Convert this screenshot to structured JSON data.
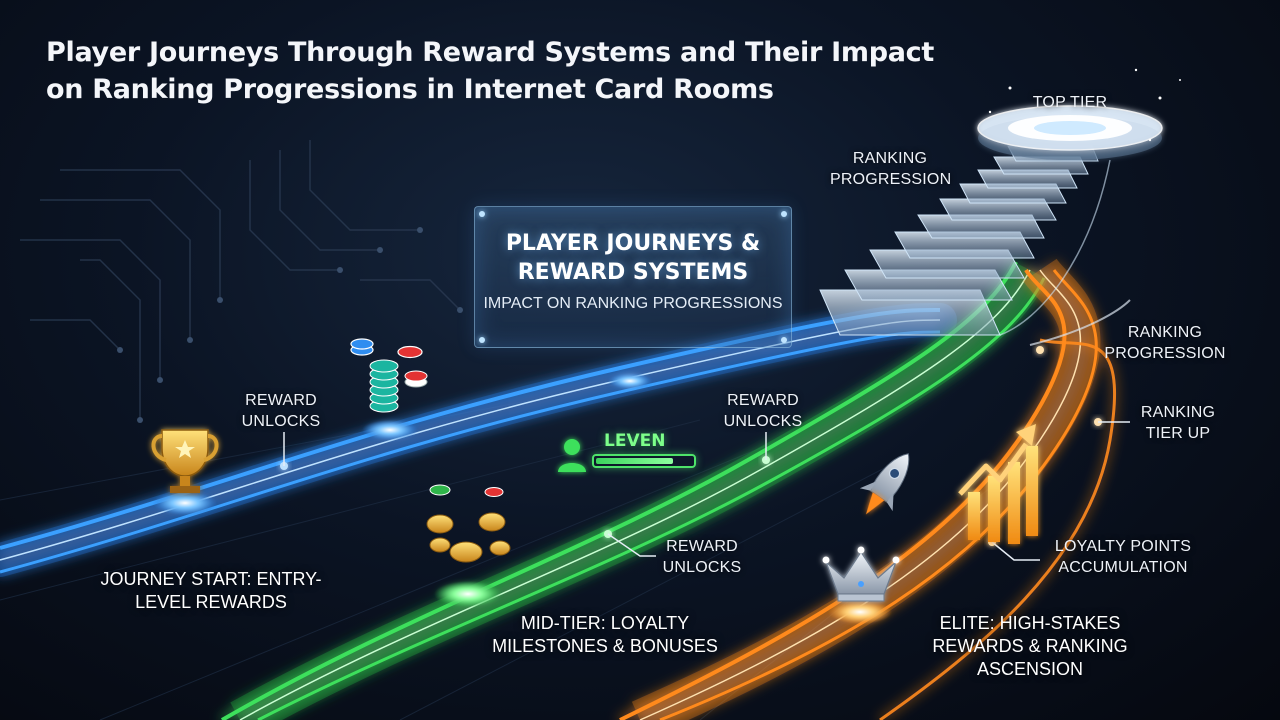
{
  "title": "Player Journeys Through Reward Systems and Their Impact on Ranking Progressions in Internet Card Rooms",
  "panel": {
    "title": "PLAYER JOURNEYS & REWARD SYSTEMS",
    "subtitle": "IMPACT ON RANKING PROGRESSIONS"
  },
  "labels": {
    "top_tier": "TOP TIER",
    "ranking_progression_top": "RANKING PROGRESSION",
    "ranking_progression_right": "RANKING PROGRESSION",
    "ranking_tier_up": "RANKING TIER UP",
    "reward_unlocks_blue": "REWARD UNLOCKS",
    "reward_unlocks_green_upper": "REWARD UNLOCKS",
    "reward_unlocks_green_lower": "REWARD UNLOCKS",
    "loyalty_points": "LOYALTY POINTS ACCUMULATION",
    "level": "LEVEN"
  },
  "stages": {
    "start": "JOURNEY START: ENTRY-LEVEL REWARDS",
    "mid": "MID-TIER: LOYALTY MILESTONES & BONUSES",
    "elite": "ELITE: HIGH-STAKES REWARDS & RANKING ASCENSION"
  },
  "level_progress": 0.8,
  "icons": [
    "trophy-icon",
    "chip-stack-icon",
    "user-icon",
    "coin-pile-icon",
    "rocket-icon",
    "crown-icon",
    "growth-arrow-icon",
    "staircase-icon"
  ],
  "colors": {
    "blue_path": "#3aa0ff",
    "green_path": "#3ee05c",
    "orange_path": "#ff8a1c",
    "background": "#0b1424"
  }
}
